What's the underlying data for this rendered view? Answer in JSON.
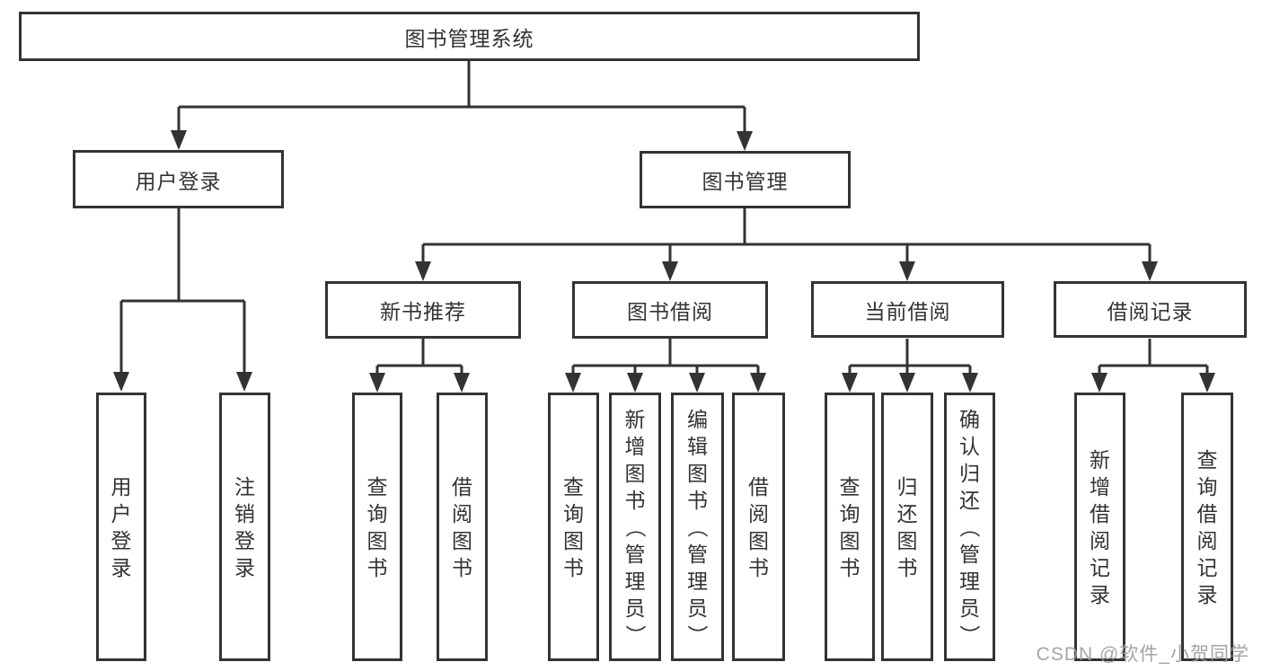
{
  "colors": {
    "line": "#333333",
    "box_fill": "#ffffff",
    "text": "#333333",
    "watermark": "#9b9b9b"
  },
  "tree": {
    "root": "图书管理系统",
    "branches": [
      {
        "label": "用户登录",
        "children": [
          "用户登录",
          "注销登录"
        ]
      },
      {
        "label": "图书管理",
        "groups": [
          {
            "label": "新书推荐",
            "children": [
              "查询图书",
              "借阅图书"
            ]
          },
          {
            "label": "图书借阅",
            "children": [
              "查询图书",
              "新增图书（管理员）",
              "编辑图书（管理员）",
              "借阅图书"
            ]
          },
          {
            "label": "当前借阅",
            "children": [
              "查询图书",
              "归还图书",
              "确认归还（管理员）"
            ]
          },
          {
            "label": "借阅记录",
            "children": [
              "新增借阅记录",
              "查询借阅记录"
            ]
          }
        ]
      }
    ]
  },
  "watermark": {
    "text": "CSDN @软件_小贺同学"
  }
}
